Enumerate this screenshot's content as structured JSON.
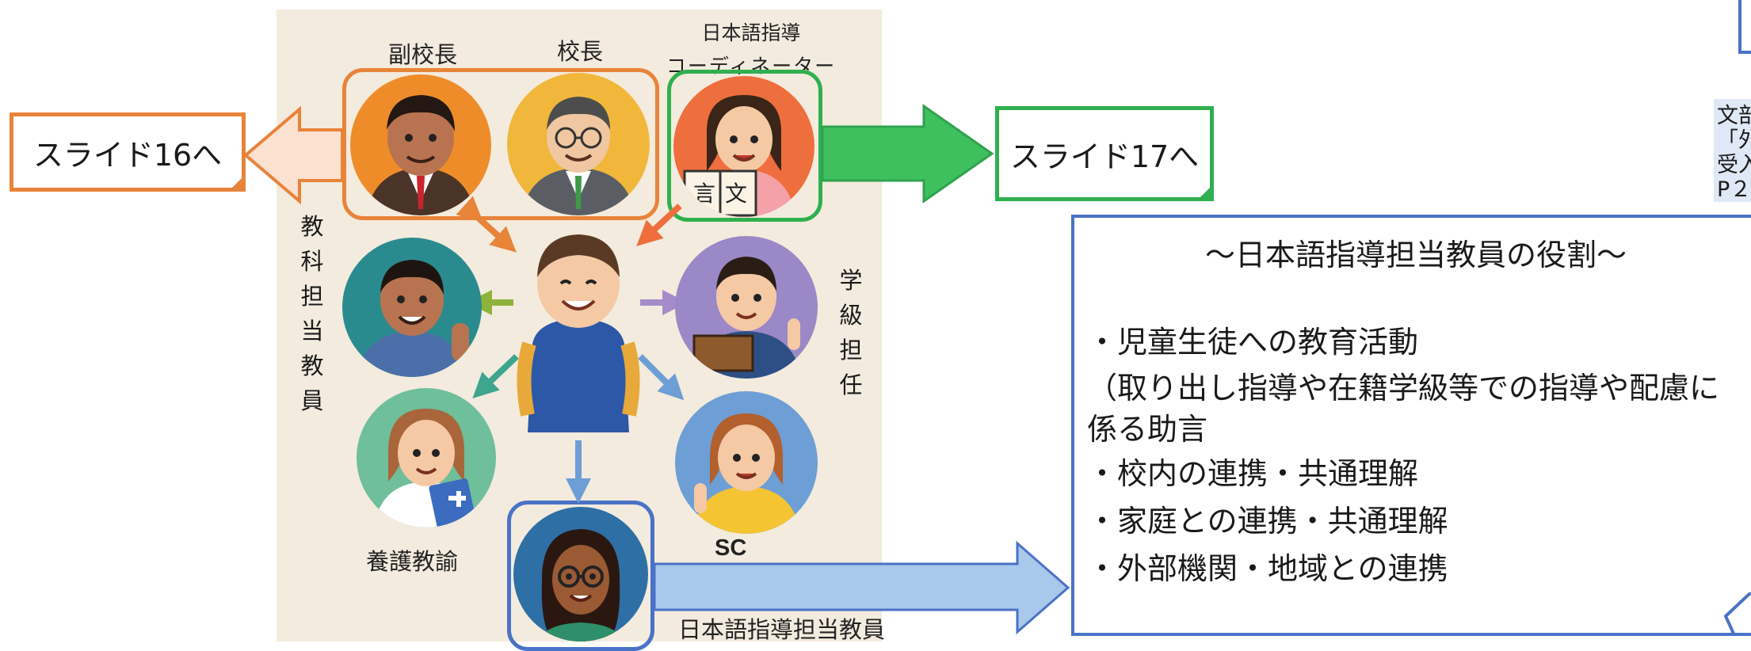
{
  "figure": {
    "labels": {
      "vice_principal": "副校長",
      "principal": "校長",
      "coordinator_line1": "日本語指導",
      "coordinator_line2": "コーディネーター",
      "subject_teacher": "教科担当教員",
      "homeroom_teacher": "学級担任",
      "school_nurse": "養護教諭",
      "counselor": "SC",
      "jsl_teacher": "日本語指導担当教員"
    },
    "book_glyphs": [
      "言",
      "文"
    ]
  },
  "slide_links": {
    "left": "スライド16へ",
    "right": "スライド17へ"
  },
  "role_box": {
    "title": "～日本語指導担当教員の役割～",
    "lines": [
      "・児童生徒への教育活動",
      "（取り出し指導や在籍学級等での指導や配慮に",
      "係る助言",
      "・校内の連携・共通理解",
      "・家庭との連携・共通理解",
      "・外部機関・地域との連携"
    ]
  },
  "reference_note": {
    "lines": [
      "文部",
      "「外",
      "受入",
      "P２"
    ]
  },
  "colors": {
    "orange": "#e8833a",
    "green": "#2fb04f",
    "blue": "#4a72c6",
    "panel": "#f3ebdd"
  }
}
